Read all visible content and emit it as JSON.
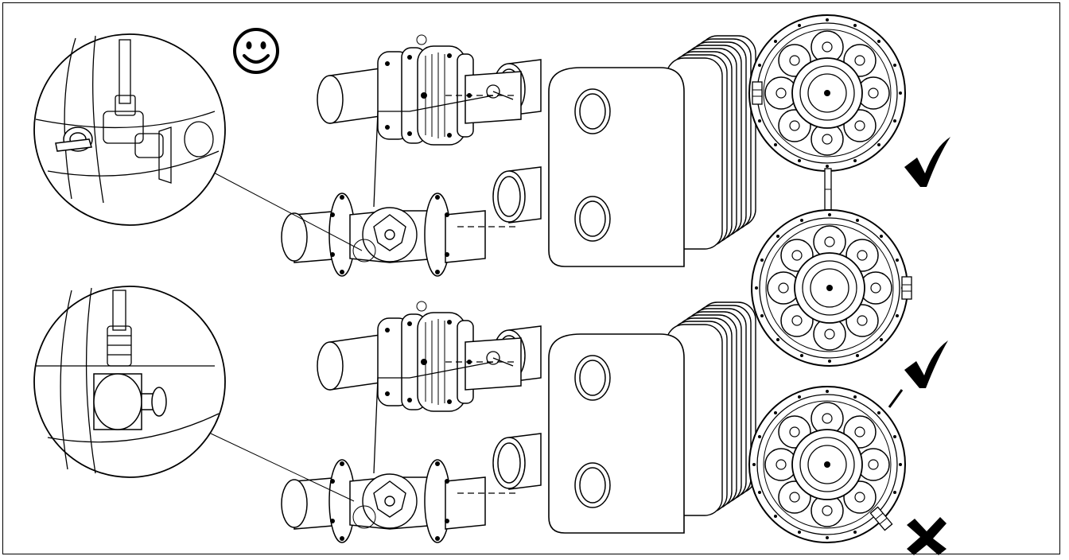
{
  "colors": {
    "line": "#000000",
    "background": "#ffffff",
    "shade": "#d9d9d9"
  },
  "icons": {
    "smiley": "smiley-face-icon",
    "check": "check-mark-icon",
    "cross": "cross-mark-icon"
  },
  "valve_orientations": [
    {
      "position": "sensor-on-left",
      "verdict": "correct"
    },
    {
      "position": "sensor-on-right",
      "verdict": "correct"
    },
    {
      "position": "sensor-on-bottom",
      "verdict": "incorrect"
    }
  ]
}
